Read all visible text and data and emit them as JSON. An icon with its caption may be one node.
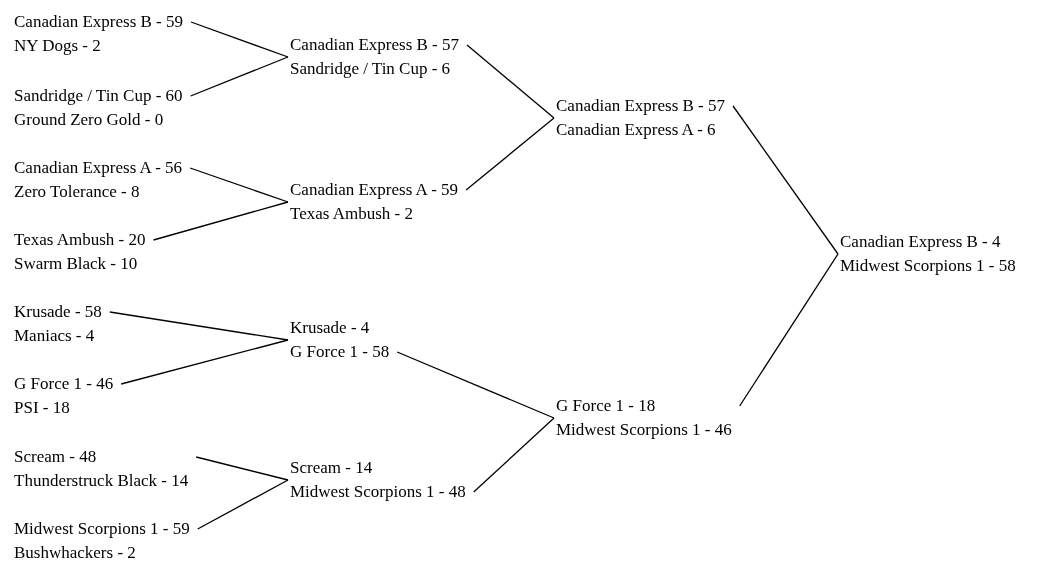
{
  "diagram": {
    "nodes": [
      {
        "text": [
          "Canadian Express B - 59",
          "NY Dogs - 2"
        ]
      },
      {
        "text": [
          "Sandridge / Tin Cup - 60",
          "Ground Zero Gold - 0"
        ]
      },
      {
        "text": [
          "Canadian Express A - 56",
          "Zero Tolerance - 8"
        ]
      },
      {
        "text": [
          "Texas Ambush - 20",
          "Swarm Black - 10"
        ]
      },
      {
        "text": [
          "Krusade - 58",
          "Maniacs - 4"
        ]
      },
      {
        "text": [
          "G Force 1 - 46",
          "PSI - 18"
        ]
      },
      {
        "text": [
          "Scream - 48",
          "Thunderstruck Black - 14"
        ]
      },
      {
        "text": [
          "Midwest Scorpions 1 - 59",
          "Bushwhackers - 2"
        ]
      },
      {
        "text": [
          "Canadian Express B - 57",
          "Sandridge / Tin Cup - 6"
        ]
      },
      {
        "text": [
          "Canadian Express A - 59",
          "Texas Ambush - 2"
        ]
      },
      {
        "text": [
          "Krusade - 4",
          "G Force 1 - 58"
        ]
      },
      {
        "text": [
          "Scream - 14",
          "Midwest Scorpions 1 - 48"
        ]
      },
      {
        "text": [
          "Canadian Express B - 57",
          "Canadian Express A - 6"
        ]
      },
      {
        "text": [
          "G Force 1 - 18",
          "Midwest Scorpions 1 - 46"
        ]
      },
      {
        "text": [
          "Canadian Express B - 4",
          "Midwest Scorpions 1 - 58"
        ]
      }
    ],
    "edges": [
      {
        "from": 0,
        "to": 8,
        "arrow": "none"
      },
      {
        "from": 1,
        "to": 8,
        "arrow": "none"
      },
      {
        "from": 2,
        "to": 9,
        "arrow": "none"
      },
      {
        "from": 3,
        "to": 9,
        "arrow": "none"
      },
      {
        "from": 4,
        "to": 10,
        "arrow": "none"
      },
      {
        "from": 5,
        "to": 10,
        "arrow": "none"
      },
      {
        "from": 6,
        "to": 11,
        "arrow": "none"
      },
      {
        "from": 7,
        "to": 11,
        "arrow": "none"
      },
      {
        "from": 8,
        "to": 12,
        "arrow": "none"
      },
      {
        "from": 9,
        "to": 12,
        "arrow": "none"
      },
      {
        "from": 10,
        "to": 13,
        "arrow": "none"
      },
      {
        "from": 11,
        "to": 13,
        "arrow": "none"
      },
      {
        "from": 12,
        "to": 14,
        "arrow": "none"
      },
      {
        "from": 13,
        "to": 14,
        "arrow": "none"
      }
    ]
  }
}
